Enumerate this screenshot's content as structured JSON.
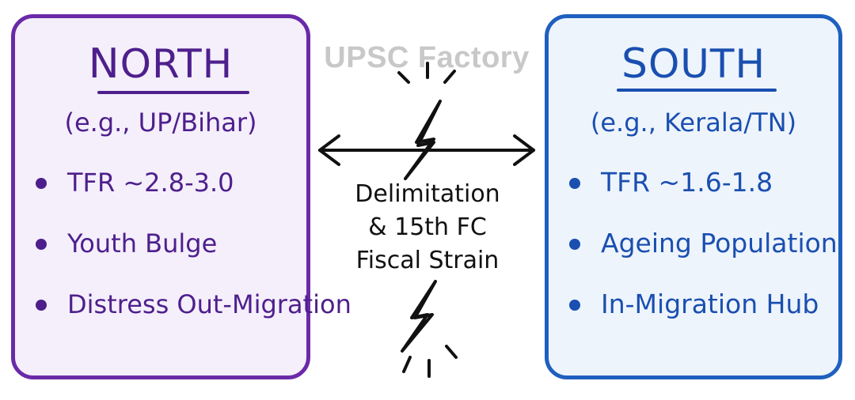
{
  "watermark": "UPSC Factory",
  "north": {
    "title_first": "N",
    "title_rest": "ORTH",
    "subtitle": "(e.g., UP/Bihar)",
    "bullets": [
      "TFR ~2.8-3.0",
      "Youth Bulge",
      "Distress Out-Migration"
    ],
    "color": "#4e1f8c",
    "border_color": "#6a2aa8",
    "fill_color": "#f4effb"
  },
  "south": {
    "title_first": "S",
    "title_rest": "OUTH",
    "subtitle": "(e.g., Kerala/TN)",
    "bullets": [
      "TFR ~1.6-1.8",
      "Ageing Population",
      "In-Migration Hub"
    ],
    "color": "#1a4fb0",
    "border_color": "#1f5fbf",
    "fill_color": "#eef4fc"
  },
  "center": {
    "lines": [
      "Delimitation",
      "& 15th FC",
      "Fiscal Strain"
    ],
    "icons": [
      "double-arrow-icon",
      "lightning-bolt-icon",
      "lightning-bolt-icon",
      "spark-lines-icon"
    ],
    "color": "#111111"
  }
}
